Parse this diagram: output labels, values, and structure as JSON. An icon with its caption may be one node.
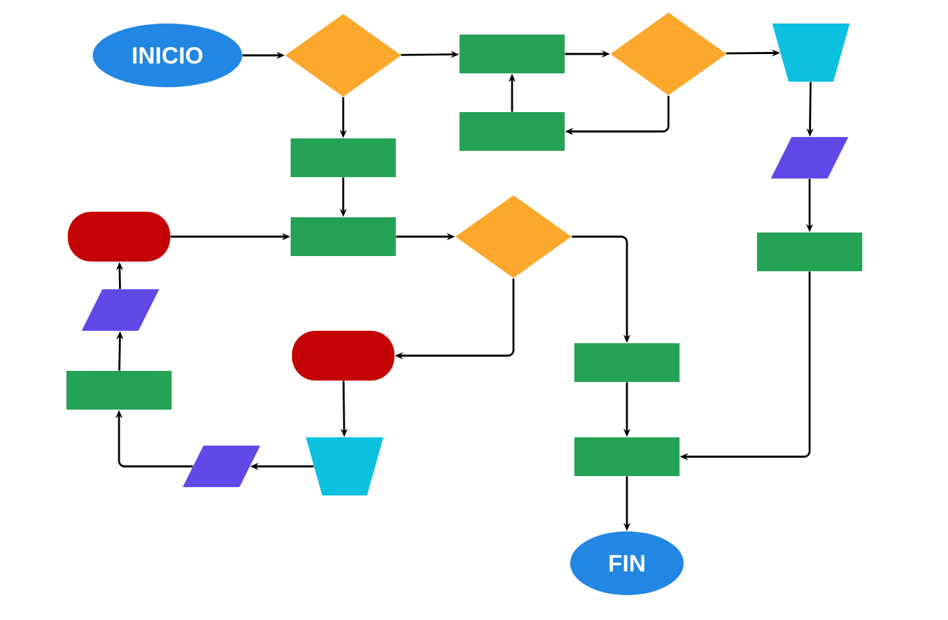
{
  "diagram": {
    "nodes": [
      {
        "text": [
          "INICIO"
        ]
      },
      {
        "text": [],
        "shape": "diamond"
      },
      {
        "text": [],
        "shape": "box"
      },
      {
        "text": [],
        "shape": "diamond"
      },
      {
        "text": [],
        "shape": "trapezoid"
      },
      {
        "text": [],
        "shape": "box"
      },
      {
        "text": [],
        "shape": "box"
      },
      {
        "text": [],
        "shape": "parallelogram"
      },
      {
        "text": [],
        "shape": "pill"
      },
      {
        "text": [],
        "shape": "box"
      },
      {
        "text": [],
        "shape": "diamond"
      },
      {
        "text": [],
        "shape": "box"
      },
      {
        "text": [],
        "shape": "parallelogram"
      },
      {
        "text": [],
        "shape": "pill"
      },
      {
        "text": [],
        "shape": "box"
      },
      {
        "text": [],
        "shape": "box"
      },
      {
        "text": [],
        "shape": "parallelogram"
      },
      {
        "text": [],
        "shape": "trapezoid"
      },
      {
        "text": [],
        "shape": "box"
      },
      {
        "text": [
          "FIN"
        ]
      }
    ],
    "edges": [
      {
        "from": 0,
        "to": 1,
        "arrow": "to"
      },
      {
        "from": 1,
        "to": 2,
        "arrow": "to"
      },
      {
        "from": 2,
        "to": 3,
        "arrow": "to"
      },
      {
        "from": 3,
        "to": 4,
        "arrow": "to"
      },
      {
        "from": 1,
        "to": 6,
        "arrow": "to"
      },
      {
        "from": 5,
        "to": 2,
        "arrow": "to"
      },
      {
        "from": 3,
        "to": 5,
        "arrow": "to"
      },
      {
        "from": 4,
        "to": 7,
        "arrow": "to"
      },
      {
        "from": 7,
        "to": 11,
        "arrow": "to"
      },
      {
        "from": 6,
        "to": 9,
        "arrow": "to"
      },
      {
        "from": 8,
        "to": 9,
        "arrow": "to"
      },
      {
        "from": 9,
        "to": 10,
        "arrow": "to"
      },
      {
        "from": 10,
        "to": 14,
        "arrow": "to"
      },
      {
        "from": 10,
        "to": 13,
        "arrow": "to"
      },
      {
        "from": 13,
        "to": 17,
        "arrow": "to"
      },
      {
        "from": 17,
        "to": 16,
        "arrow": "to"
      },
      {
        "from": 16,
        "to": 15,
        "arrow": "to"
      },
      {
        "from": 15,
        "to": 12,
        "arrow": "to"
      },
      {
        "from": 12,
        "to": 8,
        "arrow": "to"
      },
      {
        "from": 11,
        "to": 18,
        "arrow": "to"
      },
      {
        "from": 14,
        "to": 18,
        "arrow": "to"
      },
      {
        "from": 18,
        "to": 19,
        "arrow": "to"
      }
    ]
  }
}
